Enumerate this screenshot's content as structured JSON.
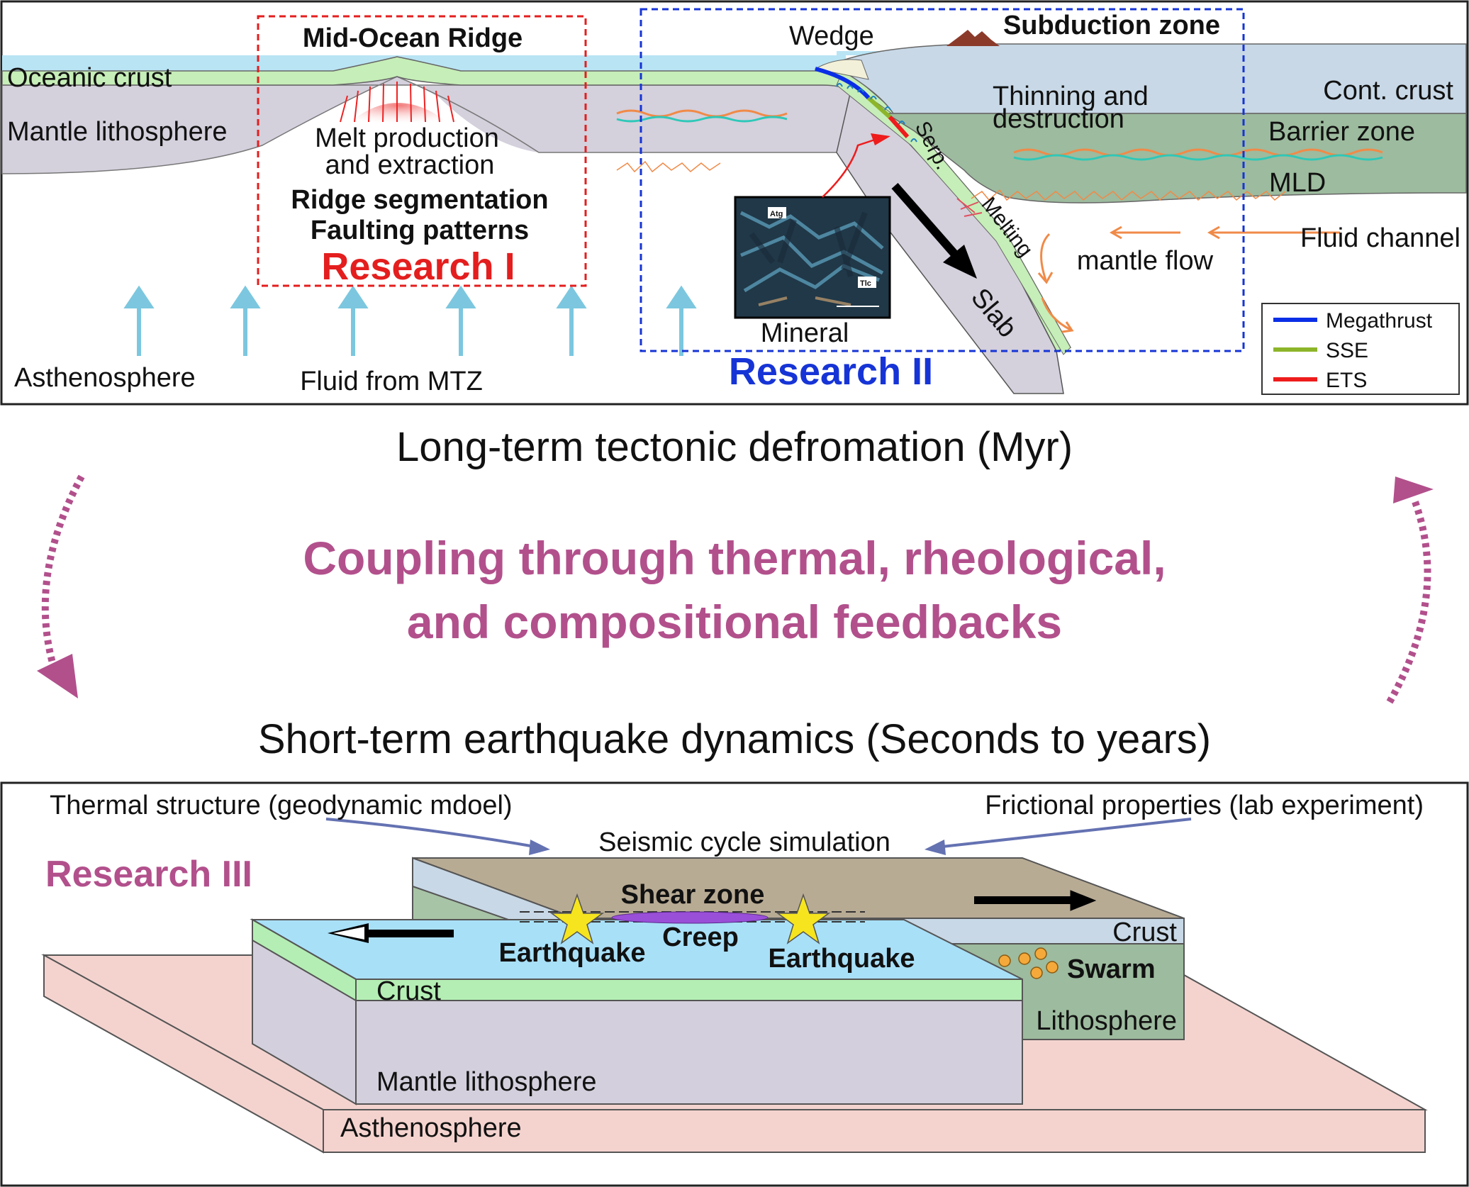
{
  "top_panel": {
    "labels": {
      "mid_ocean_ridge": "Mid-Ocean Ridge",
      "oceanic_crust": "Oceanic crust",
      "mantle_lithosphere": "Mantle lithosphere",
      "melt_line1": "Melt production",
      "melt_line2": "and extraction",
      "ridge_segmentation": "Ridge segmentation",
      "faulting_patterns": "Faulting patterns",
      "research1": "Research I",
      "asthenosphere": "Asthenosphere",
      "fluid_from_mtz": "Fluid from MTZ",
      "wedge": "Wedge",
      "subduction_zone": "Subduction zone",
      "thinning_line1": "Thinning and",
      "thinning_line2": "destruction",
      "cont_crust": "Cont. crust",
      "barrier_zone": "Barrier zone",
      "mld": "MLD",
      "serp": "Serp.",
      "melting": "Melting",
      "fluid_channel": "Fluid channel",
      "mantle_flow": "mantle flow",
      "slab": "Slab",
      "mineral": "Mineral",
      "atg": "Atg",
      "tlc": "Tlc",
      "research2": "Research II"
    },
    "legend": [
      {
        "label": "Megathrust",
        "color": "#0a2ee6"
      },
      {
        "label": "SSE",
        "color": "#8db52a"
      },
      {
        "label": "ETS",
        "color": "#ee1c1c"
      }
    ]
  },
  "middle": {
    "long_term": "Long-term tectonic defromation (Myr)",
    "coupling_line1": "Coupling through thermal, rheological,",
    "coupling_line2": "and compositional feedbacks",
    "short_term": "Short-term earthquake dynamics (Seconds to years)"
  },
  "bottom_panel": {
    "thermal_structure": "Thermal structure (geodynamic mdoel)",
    "frictional_properties": "Frictional properties (lab experiment)",
    "seismic_cycle": "Seismic cycle simulation",
    "research3": "Research III",
    "shear_zone": "Shear zone",
    "creep": "Creep",
    "earthquake_left": "Earthquake",
    "earthquake_right": "Earthquake",
    "crust_back": "Crust",
    "swarm": "Swarm",
    "lithosphere": "Lithosphere",
    "crust_front": "Crust",
    "mantle_lithosphere": "Mantle lithosphere",
    "asthenosphere": "Asthenosphere"
  },
  "colors": {
    "ocean": "#b9e4f4",
    "oceanic_crust": "#c6eeb8",
    "mantle_lithosphere": "#d4d0dc",
    "continental_crust": "#c8d8e6",
    "barrier_zone": "#9dbb9e",
    "research1_box": "#e41e1e",
    "research2_box": "#1634d6",
    "coupling_text": "#b2508c",
    "fluid_arrow": "#7cc7df",
    "flow_arrow": "#f08a48",
    "asthenosphere_slab": "#f4d3cf",
    "back_block_top": "#b8ab94",
    "front_block_top": "#a8e0f8",
    "block_crust": "#b4eeb4",
    "block_mantle": "#d3cfdc",
    "arrow_blue": "#6472b2"
  }
}
